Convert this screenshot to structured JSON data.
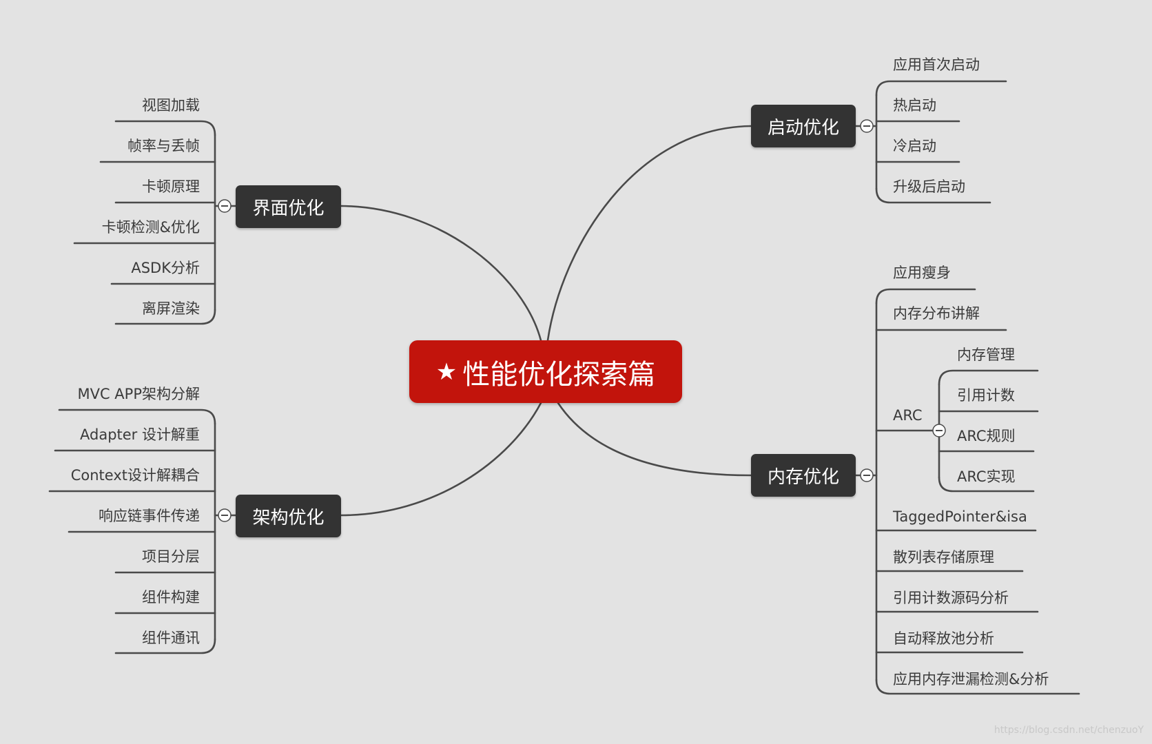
{
  "central": {
    "star": "★",
    "title": "性能优化探索篇",
    "color": "#c2140c"
  },
  "branches": {
    "startup": {
      "title": "启动优化",
      "items": [
        "应用首次启动",
        "热启动",
        "冷启动",
        "升级后启动"
      ]
    },
    "ui": {
      "title": "界面优化",
      "items": [
        "视图加载",
        "帧率与丢帧",
        "卡顿原理",
        "卡顿检测&优化",
        "ASDK分析",
        "离屏渲染"
      ]
    },
    "arch": {
      "title": "架构优化",
      "items": [
        "MVC APP架构分解",
        "Adapter 设计解重",
        "Context设计解耦合",
        "响应链事件传递",
        "项目分层",
        "组件构建",
        "组件通讯"
      ]
    },
    "memory": {
      "title": "内存优化",
      "items": [
        "应用瘦身",
        "内存分布讲解",
        "ARC",
        "TaggedPointer&isa",
        "散列表存储原理",
        "引用计数源码分析",
        "自动释放池分析",
        "应用内存泄漏检测&分析"
      ],
      "arc_children": [
        "内存管理",
        "引用计数",
        "ARC规则",
        "ARC实现"
      ]
    }
  },
  "watermark": "https://blog.csdn.net/chenzuoY",
  "colors": {
    "line": "#4a4a4a",
    "node": "#333333",
    "background": "#e3e3e3"
  }
}
